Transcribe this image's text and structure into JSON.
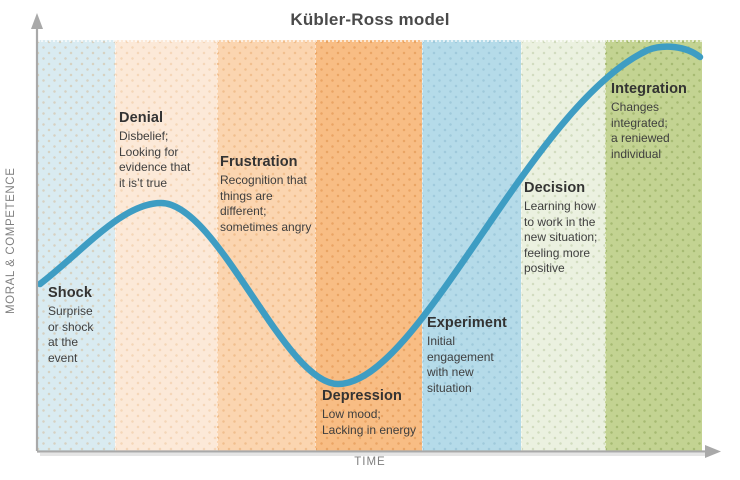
{
  "title": "Kübler-Ross model",
  "axes": {
    "x_label": "TIME",
    "y_label": "MORAL & COMPETENCE",
    "axis_color": "#a9a9a9",
    "ticks": "none (qualitative axes)"
  },
  "stages": [
    {
      "name": "Shock",
      "description": "Surprise\nor shock\nat the\nevent",
      "band_color": "#d9ebf1",
      "dot_color": "rgba(210,160,105,0.35)"
    },
    {
      "name": "Denial",
      "description": "Disbelief;\nLooking for\nevidence that\nit is’t true",
      "band_color": "#fce9d8",
      "dot_color": "rgba(228,170,110,0.30)"
    },
    {
      "name": "Frustration",
      "description": "Recognition that\nthings are\ndifferent;\nsometimes angry",
      "band_color": "#fbd5b0",
      "dot_color": "rgba(222,148,78,0.35)"
    },
    {
      "name": "Depression",
      "description": "Low mood;\nLacking in energy",
      "band_color": "#f8bd84",
      "dot_color": "rgba(212,128,52,0.40)"
    },
    {
      "name": "Experiment",
      "description": "Initial\nengagement\nwith new\nsituation",
      "band_color": "#b5dbe9",
      "dot_color": "rgba(118,168,192,0.35)"
    },
    {
      "name": "Decision",
      "description": "Learning how\nto work in the\nnew situation;\nfeeling more\npositive",
      "band_color": "#ebf1e0",
      "dot_color": "rgba(160,180,128,0.35)"
    },
    {
      "name": "Integration",
      "description": "Changes\nintegrated;\na reniewed\nindividual",
      "band_color": "#c3d392",
      "dot_color": "rgba(130,155,75,0.45)"
    }
  ],
  "chart_data": {
    "type": "line",
    "title": "Kübler-Ross model",
    "xlabel": "TIME",
    "ylabel": "MORAL & COMPETENCE",
    "curve_color": "#3e9dc3",
    "grid": false,
    "legend": "none",
    "axis_ranges": {
      "x": [
        0,
        1
      ],
      "y": [
        0,
        1
      ],
      "note": "qualitative, no tick labels shown"
    },
    "curve_points": [
      {
        "x": 0.0,
        "y": 0.41
      },
      {
        "x": 0.19,
        "y": 0.6
      },
      {
        "x": 0.3,
        "y": 0.38
      },
      {
        "x": 0.45,
        "y": 0.16
      },
      {
        "x": 0.6,
        "y": 0.35
      },
      {
        "x": 0.67,
        "y": 0.49
      },
      {
        "x": 0.79,
        "y": 0.79
      },
      {
        "x": 0.93,
        "y": 0.98
      },
      {
        "x": 1.0,
        "y": 0.96
      }
    ],
    "bands_x_ranges": [
      {
        "stage": "Shock",
        "from": 0.0,
        "to": 0.116
      },
      {
        "stage": "Denial",
        "from": 0.116,
        "to": 0.27
      },
      {
        "stage": "Frustration",
        "from": 0.27,
        "to": 0.417
      },
      {
        "stage": "Depression",
        "from": 0.417,
        "to": 0.578
      },
      {
        "stage": "Experiment",
        "from": 0.578,
        "to": 0.727
      },
      {
        "stage": "Decision",
        "from": 0.727,
        "to": 0.854
      },
      {
        "stage": "Integration",
        "from": 0.854,
        "to": 1.0
      }
    ]
  }
}
